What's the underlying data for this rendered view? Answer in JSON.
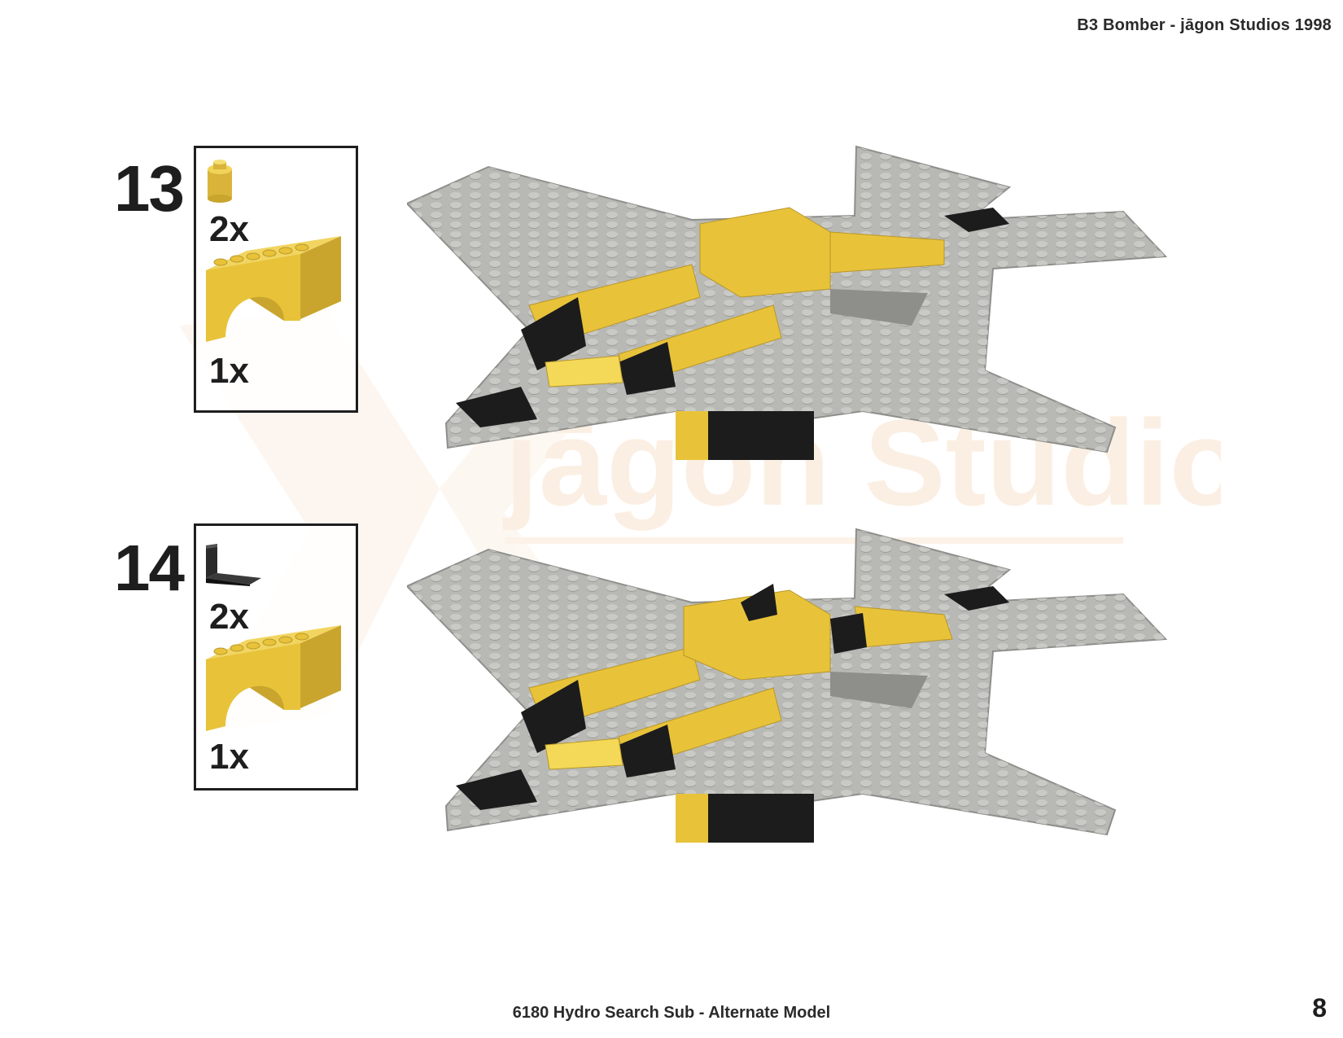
{
  "header": {
    "title": "B3 Bomber - jāgon Studios 1998"
  },
  "watermark": {
    "text": "jāgon Studios"
  },
  "steps": [
    {
      "number": "13",
      "parts": [
        {
          "icon": "yellow-round-brick-1x1-icon",
          "quantity": "2x"
        },
        {
          "icon": "yellow-arch-1x6-icon",
          "quantity": "1x"
        }
      ]
    },
    {
      "number": "14",
      "parts": [
        {
          "icon": "black-bracket-icon",
          "quantity": "2x"
        },
        {
          "icon": "yellow-arch-1x6-icon",
          "quantity": "1x"
        }
      ]
    }
  ],
  "footer": {
    "title": "6180 Hydro Search Sub - Alternate Model"
  },
  "page_number": "8",
  "colors": {
    "yellow": "#e8c33a",
    "gray": "#b8b9b5",
    "black": "#1c1c1c",
    "watermark": "#fbeee0"
  }
}
